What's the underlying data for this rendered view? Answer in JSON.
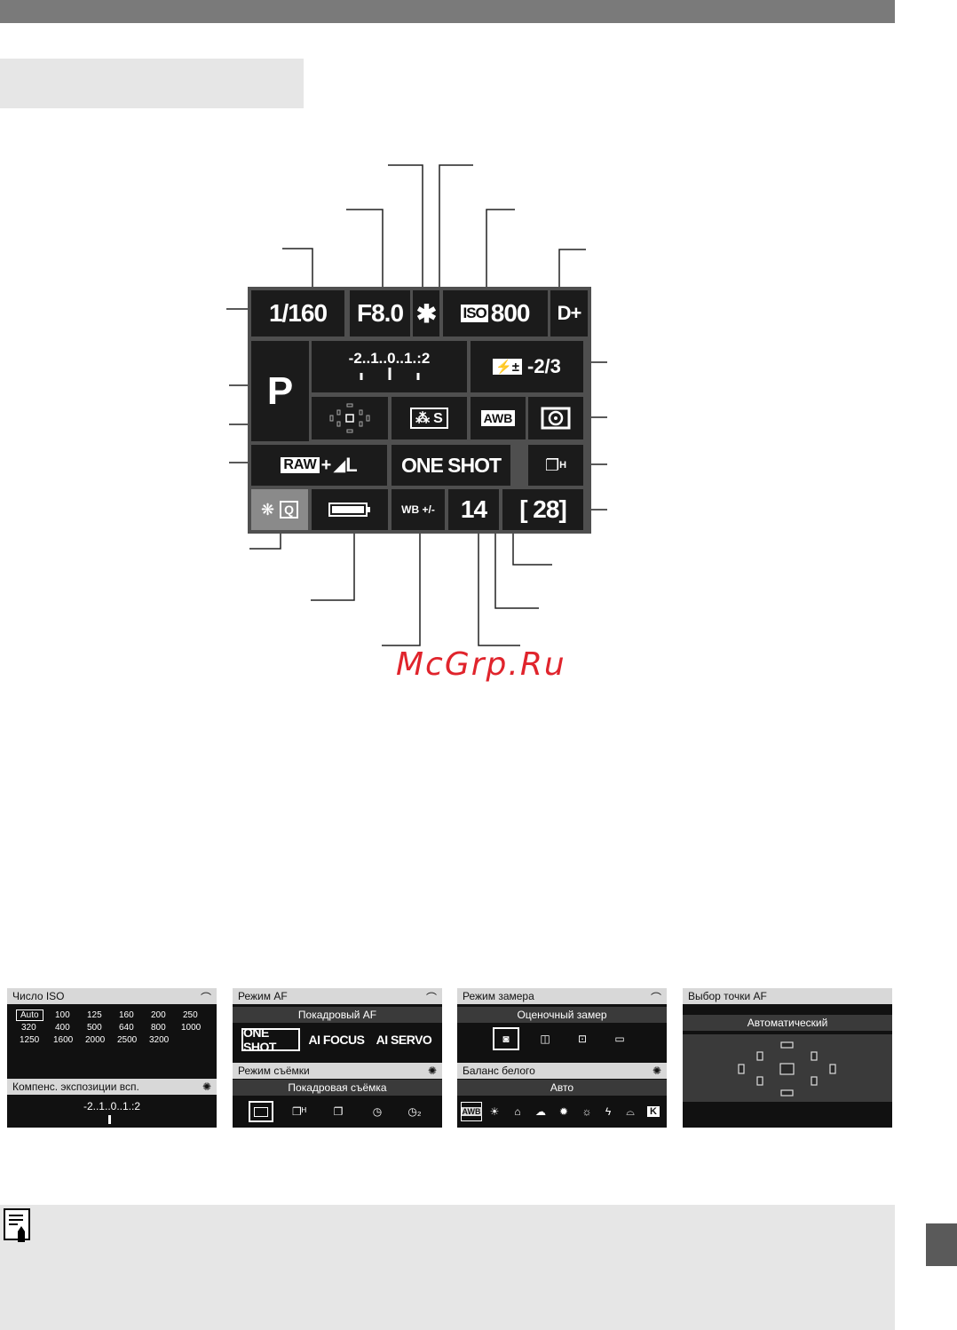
{
  "watermark": "McGrp.Ru",
  "panel": {
    "shutter": "1/160",
    "aperture": "F8.0",
    "ae_lock": "✱",
    "iso_value": "800",
    "highlight_tone": "D+",
    "mode": "P",
    "exposure_scale": "-2..1..0..1.:2",
    "flash_comp_value": "-2/3",
    "picture_style_value": "S",
    "wb": "AWB",
    "quality_plus": "+",
    "quality_size": "L",
    "af_mode": "ONE SHOT",
    "drive_suffix": "H",
    "wb_shift": "WB +/-",
    "burst": "14",
    "shots_remaining": "[ 28]",
    "icons": {
      "ae_lock": "asterisk-icon",
      "iso": "iso-badge-icon",
      "flash_comp": "flash-exposure-comp-icon",
      "picture_style": "picture-style-icon",
      "metering": "evaluative-metering-icon",
      "drive": "continuous-shooting-icon",
      "af_points": "af-points-icon",
      "quick_control": "quick-control-icon",
      "battery": "battery-icon",
      "raw": "raw-badge-icon"
    }
  },
  "screens": {
    "iso": {
      "title": "Число ISO",
      "row1": [
        "Auto",
        "100",
        "125",
        "160",
        "200",
        "250"
      ],
      "row2": [
        "320",
        "400",
        "500",
        "640",
        "800",
        "1000"
      ],
      "row3": [
        "1250",
        "1600",
        "2000",
        "2500",
        "3200"
      ],
      "flash_comp_title": "Компенс. экспозиции всп.",
      "flash_scale": "-2..1..0..1.:2"
    },
    "af": {
      "title": "Режим AF",
      "selected": "Покадровый AF",
      "options": [
        "ONE SHOT",
        "AI FOCUS",
        "AI SERVO"
      ],
      "drive_title": "Режим съёмки",
      "drive_selected": "Покадровая съёмка"
    },
    "metering": {
      "title": "Режим замера",
      "selected": "Оценочный замер",
      "wb_title": "Баланс белого",
      "wb_selected": "Авто",
      "wb_awb": "AWB",
      "wb_k": "K"
    },
    "afpoint": {
      "title": "Выбор точки AF",
      "selected": "Автоматический"
    }
  }
}
